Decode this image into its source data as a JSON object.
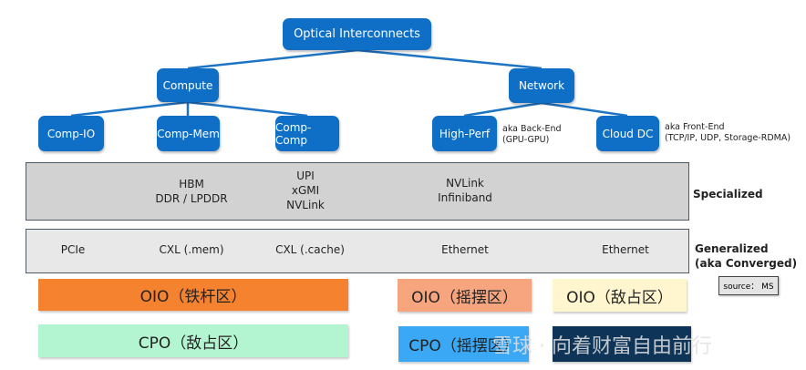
{
  "root": "Optical  Interconnects",
  "level1": [
    "Compute",
    "Network"
  ],
  "leaves": [
    "Comp-IO",
    "Comp-Mem",
    "Comp-Comp",
    "High-Perf",
    "Cloud DC"
  ],
  "notes": {
    "backend": [
      "aka Back-End",
      "(GPU-GPU)"
    ],
    "frontend": [
      "aka Front-End",
      "(TCP/IP, UDP, Storage-RDMA)"
    ]
  },
  "specialized": {
    "label": "Specialized",
    "mem": [
      "HBM",
      "DDR / LPDDR"
    ],
    "comp": [
      "UPI",
      "xGMI",
      "NVLink"
    ],
    "perf": [
      "NVLink",
      "Infiniband"
    ]
  },
  "generalized": {
    "label": [
      "Generalized",
      "(aka Converged)"
    ],
    "cells": [
      "PCIe",
      "CXL (.mem)",
      "CXL (.cache)",
      "Ethernet",
      "Ethernet"
    ]
  },
  "source": "source： MS",
  "boxes": [
    "OIO（铁杆区）",
    "CPO（敌占区）",
    "OIO（摇摆区）",
    "OIO（敌占区）",
    "CPO（摇摆区）",
    ""
  ],
  "watermark": "雪球 · 向着财富自由前行",
  "colors": {
    "node": "#0f6fc6",
    "orange": "#f4822f",
    "mint": "#b4f5d1",
    "peach": "#f7a57e",
    "cream": "#fff5cf",
    "blue": "#3aa8f5",
    "navy": "#0e3558"
  }
}
